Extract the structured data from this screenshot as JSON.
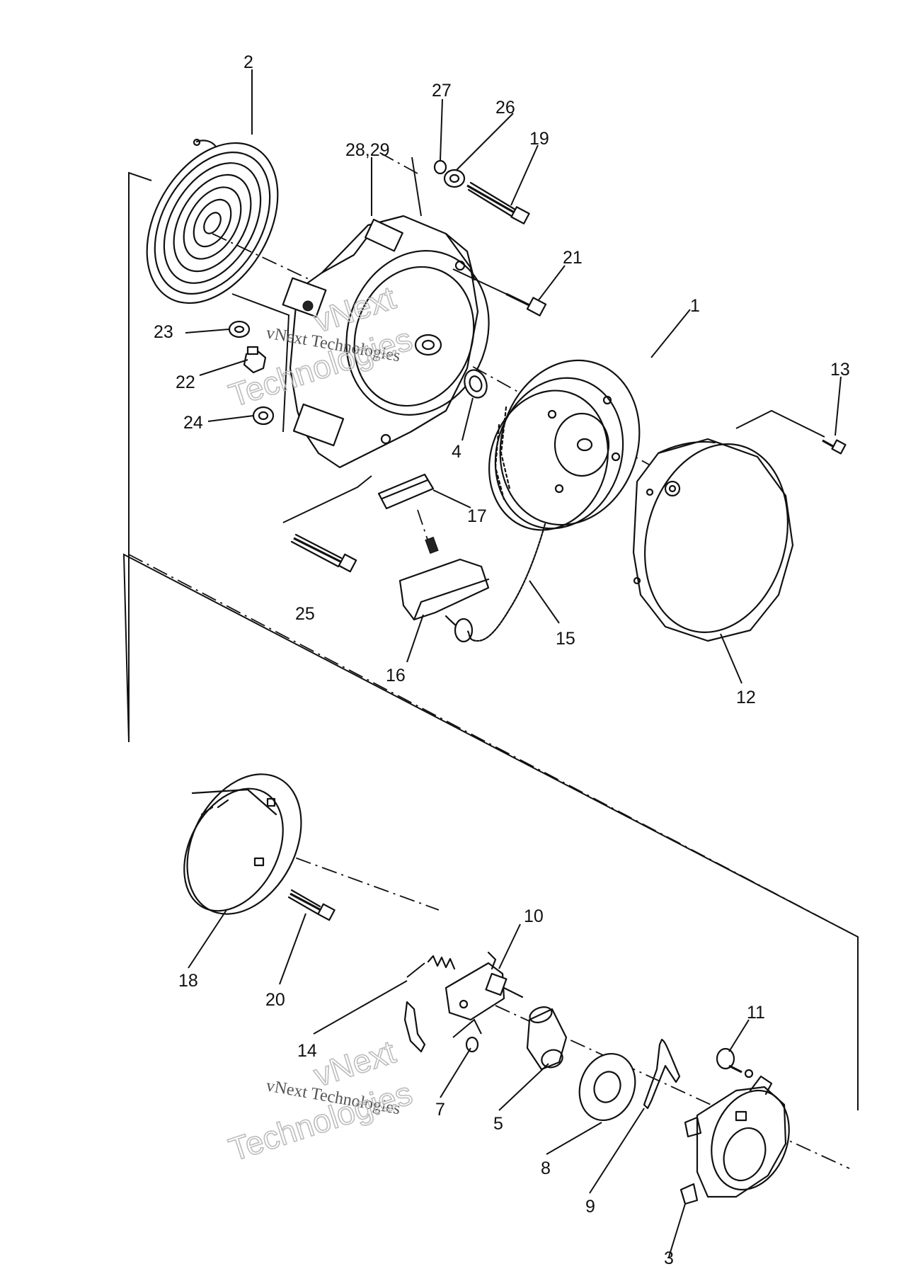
{
  "callouts": {
    "c1": "1",
    "c2": "2",
    "c3": "3",
    "c4": "4",
    "c5": "5",
    "c7": "7",
    "c8": "8",
    "c9": "9",
    "c10": "10",
    "c11": "11",
    "c12": "12",
    "c13": "13",
    "c14": "14",
    "c15": "15",
    "c16": "16",
    "c17": "17",
    "c18": "18",
    "c19": "19",
    "c20": "20",
    "c21": "21",
    "c22": "22",
    "c23": "23",
    "c24": "24",
    "c25": "25",
    "c26": "26",
    "c27": "27",
    "c2829": "28,29"
  },
  "watermark": {
    "line1": "vNext",
    "line2": "vNext Technologies",
    "line3": "Technologies"
  }
}
